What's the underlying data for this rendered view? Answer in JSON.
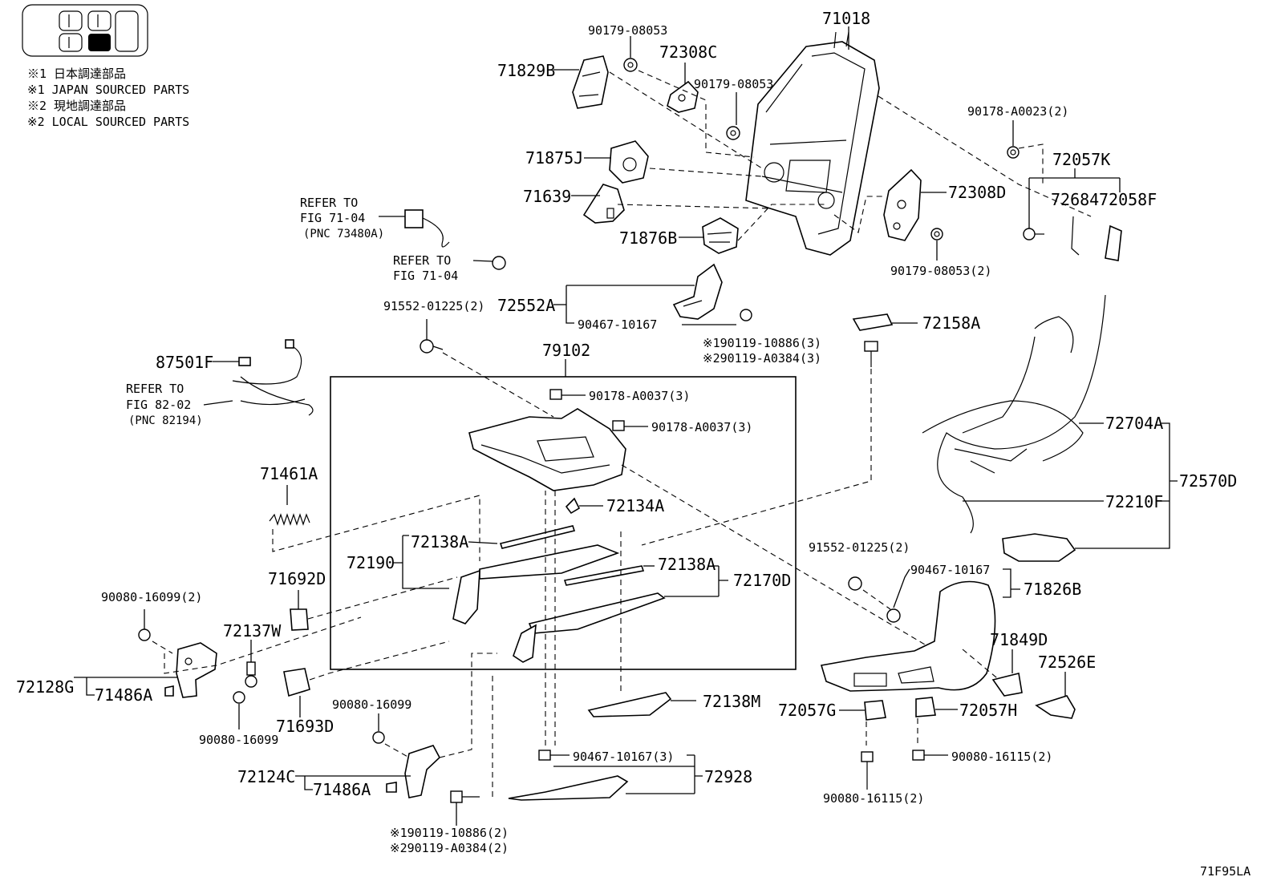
{
  "legend": {
    "lines": [
      "※1 日本調達部品",
      "※1 JAPAN SOURCED PARTS",
      "※2 現地調達部品",
      "※2 LOCAL SOURCED PARTS"
    ]
  },
  "figure_id": "71F95LA",
  "labels": {
    "p71018": "71018",
    "p90179_08053_a": "90179-08053",
    "p72308C": "72308C",
    "p71829B": "71829B",
    "p90179_08053_b": "90179-08053",
    "p90178_A0023": "90178-A0023(2)",
    "p72057K": "72057K",
    "p72684": "72684",
    "p72058F": "72058F",
    "p71875J": "71875J",
    "p71639": "71639",
    "p72308D": "72308D",
    "p71876B": "71876B",
    "p90179_08053_2": "90179-08053(2)",
    "refer1_a": "REFER TO",
    "refer1_b": "FIG 71-04",
    "refer1_c": "(PNC 73480A)",
    "refer2_a": "REFER TO",
    "refer2_b": "FIG 71-04",
    "p91552_01225_a": "91552-01225(2)",
    "p72552A": "72552A",
    "p90467_10167_a": "90467-10167",
    "p72158A": "72158A",
    "p90119_10886_3": "※190119-10886(3)",
    "p90119_A0384_3": "※290119-A0384(3)",
    "p79102": "79102",
    "p87501F": "87501F",
    "refer3_a": "REFER TO",
    "refer3_b": "FIG 82-02",
    "refer3_c": "(PNC 82194)",
    "p90178_A0037_a": "90178-A0037(3)",
    "p90178_A0037_b": "90178-A0037(3)",
    "p72704A": "72704A",
    "p71461A": "71461A",
    "p72570D": "72570D",
    "p72134A": "72134A",
    "p72210F": "72210F",
    "p72138A_a": "72138A",
    "p72190": "72190",
    "p91552_01225_b": "91552-01225(2)",
    "p71692D": "71692D",
    "p72138A_b": "72138A",
    "p72170D": "72170D",
    "p90467_10167_b": "90467-10167",
    "p71826B": "71826B",
    "p90080_16099_2": "90080-16099(2)",
    "p72137W": "72137W",
    "p71849D": "71849D",
    "p72526E": "72526E",
    "p72128G": "72128G",
    "p71486A_a": "71486A",
    "p90080_16099_a": "90080-16099",
    "p71693D": "71693D",
    "p72138M": "72138M",
    "p72057G": "72057G",
    "p72057H": "72057H",
    "p90080_16099_b": "90080-16099",
    "p90467_10167_3": "90467-10167(3)",
    "p90080_16115_a": "90080-16115(2)",
    "p72124C": "72124C",
    "p72928": "72928",
    "p71486A_b": "71486A",
    "p90080_16115_b": "90080-16115(2)",
    "p90119_10886_2": "※190119-10886(2)",
    "p90119_A0384_2": "※290119-A0384(2)"
  }
}
